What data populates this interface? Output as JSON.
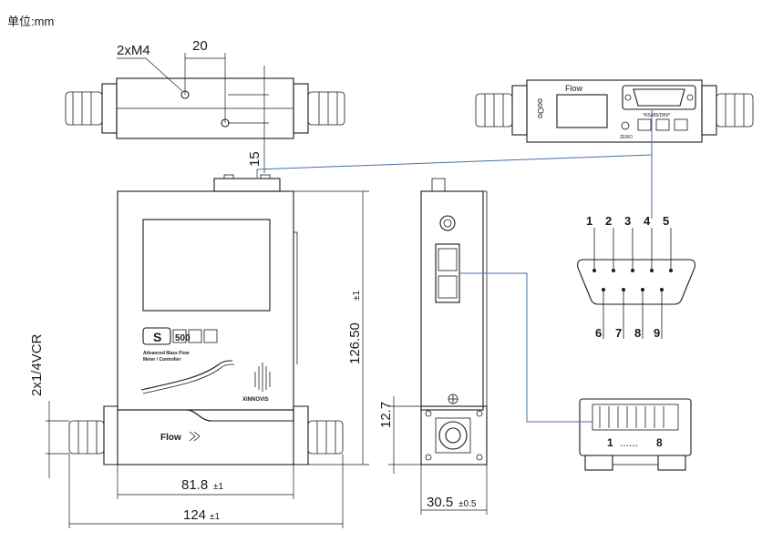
{
  "unit_label": "单位:mm",
  "dims": {
    "thread": "2xM4",
    "hole_spacing": "20",
    "hole_offset": "15",
    "height": "126.50",
    "height_tol": "±1",
    "fitting": "2x1/4VCR",
    "body_width": "81.8",
    "body_width_tol": "±1",
    "total_length": "124",
    "total_length_tol": "±1",
    "side_width": "30.5",
    "side_width_tol": "±0.5",
    "flow_height": "12.7"
  },
  "front": {
    "logo_mark": "S",
    "model_mark": "500",
    "subtitle_1": "Advanced Mass Flow",
    "subtitle_2": "Meter / Controller",
    "brand": "XINNOVIS",
    "flow_label": "Flow"
  },
  "top_view": {
    "flow_label": "Flow",
    "connector_label": "*RS485/DB9*",
    "zero_label": "ZERO",
    "vertical_label": "ooOo"
  },
  "db9": {
    "top_pins": [
      "1",
      "2",
      "3",
      "4",
      "5"
    ],
    "bottom_pins": [
      "6",
      "7",
      "8",
      "9"
    ]
  },
  "rj45": {
    "pin_first": "1",
    "pin_dots": "......",
    "pin_last": "8"
  },
  "colors": {
    "line": "#1a1a1a",
    "leader": "#4a6fa5"
  }
}
